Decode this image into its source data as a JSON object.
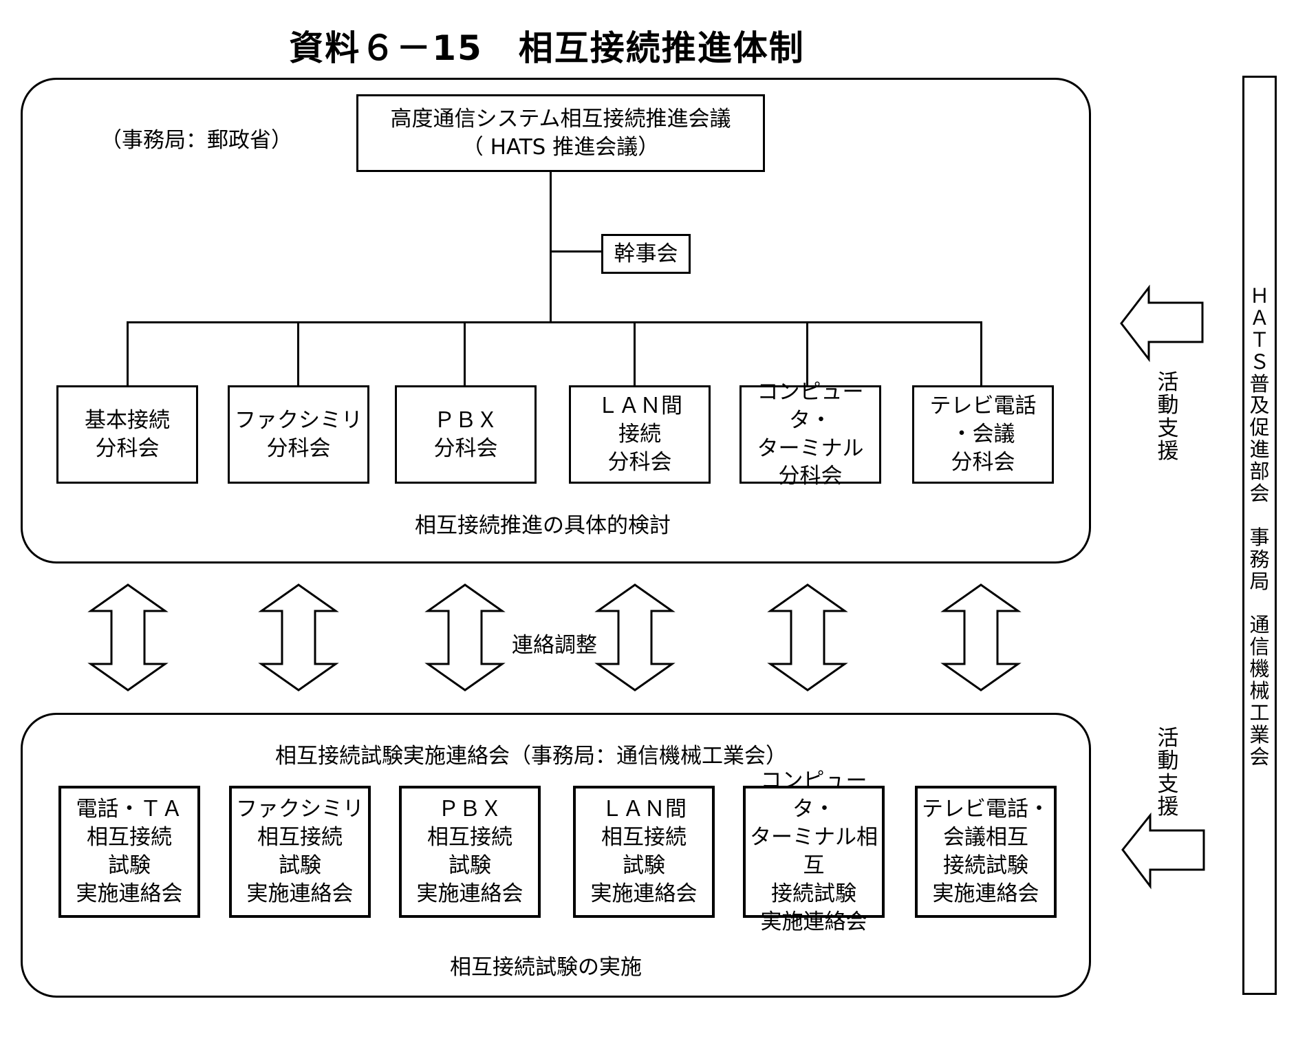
{
  "title": "資料６－15　相互接続推進体制",
  "upper": {
    "secretariat_label": "（事務局：郵政省）",
    "council": "高度通信システム相互接続推進会議\n（ HATS 推進会議）",
    "steering_committee": "幹事会",
    "subcommittees": [
      "基本接続\n分科会",
      "ファクシミリ\n分科会",
      "ＰＢＸ\n分科会",
      "ＬＡＮ間\n接続\n分科会",
      "コンピュータ・\nターミナル\n分科会",
      "テレビ電話\n・会議\n分科会"
    ],
    "caption": "相互接続推進の具体的検討"
  },
  "coordination_label": "連絡調整",
  "lower": {
    "header": "相互接続試験実施連絡会（事務局：通信機械工業会）",
    "groups": [
      "電話・ＴＡ\n相互接続\n試験\n実施連絡会",
      "ファクシミリ\n相互接続\n試験\n実施連絡会",
      "ＰＢＸ\n相互接続\n試験\n実施連絡会",
      "ＬＡＮ間\n相互接続\n試験\n実施連絡会",
      "コンピュータ・\nターミナル相互\n接続試験\n実施連絡会",
      "テレビ電話・\n会議相互\n接続試験\n実施連絡会"
    ],
    "caption": "相互接続試験の実施"
  },
  "side": {
    "support_label_upper": "活\n動\n支\n援",
    "support_label_lower": "活\n動\n支\n援",
    "column_text": "Ｈ\nＡ\nＴ\nＳ\n普\n及\n促\n進\n部\n会\n\n事\n務\n局\n\n通\n信\n機\n械\n工\n業\n会"
  }
}
